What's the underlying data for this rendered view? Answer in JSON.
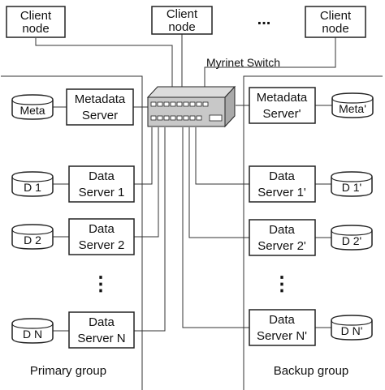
{
  "client_nodes": [
    [
      "Client",
      "node"
    ],
    [
      "Client",
      "node"
    ],
    [
      "Client",
      "node"
    ]
  ],
  "client_ellipsis": "...",
  "switch_label": "Myrinet Switch",
  "primary": {
    "group_label": "Primary group",
    "metadata_server": [
      "Metadata",
      "Server"
    ],
    "meta_disk": "Meta",
    "data_servers": [
      [
        "Data",
        "Server 1"
      ],
      [
        "Data",
        "Server 2"
      ],
      [
        "Data",
        "Server N"
      ]
    ],
    "data_disks": [
      "D 1",
      "D 2",
      "D N"
    ]
  },
  "backup": {
    "group_label": "Backup group",
    "metadata_server": [
      "Metadata",
      "Server'"
    ],
    "meta_disk": "Meta'",
    "data_servers": [
      [
        "Data",
        "Server 1'"
      ],
      [
        "Data",
        "Server 2'"
      ],
      [
        "Data",
        "Server N'"
      ]
    ],
    "data_disks": [
      "D 1'",
      "D 2'",
      "D N'"
    ]
  },
  "vertical_ellipsis": "⋮"
}
